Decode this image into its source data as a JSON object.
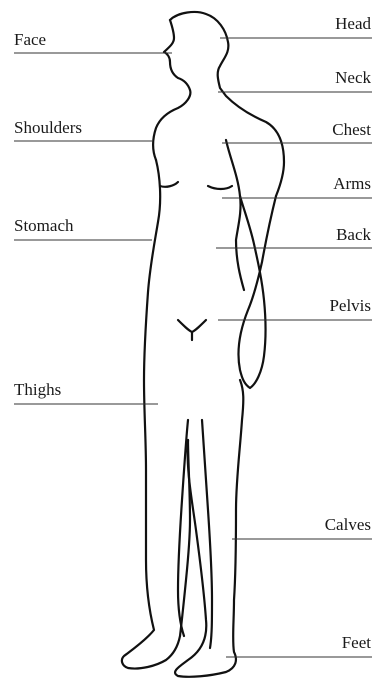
{
  "diagram": {
    "left_labels": [
      {
        "id": "face",
        "text": "Face"
      },
      {
        "id": "shoulders",
        "text": "Shoulders"
      },
      {
        "id": "stomach",
        "text": "Stomach"
      },
      {
        "id": "thighs",
        "text": "Thighs"
      }
    ],
    "right_labels": [
      {
        "id": "head",
        "text": "Head"
      },
      {
        "id": "neck",
        "text": "Neck"
      },
      {
        "id": "chest",
        "text": "Chest"
      },
      {
        "id": "arms",
        "text": "Arms"
      },
      {
        "id": "back",
        "text": "Back"
      },
      {
        "id": "pelvis",
        "text": "Pelvis"
      },
      {
        "id": "calves",
        "text": "Calves"
      },
      {
        "id": "feet",
        "text": "Feet"
      }
    ],
    "colors": {
      "ink": "#1a1a1a",
      "leader": "#333333",
      "background": "#ffffff"
    }
  }
}
